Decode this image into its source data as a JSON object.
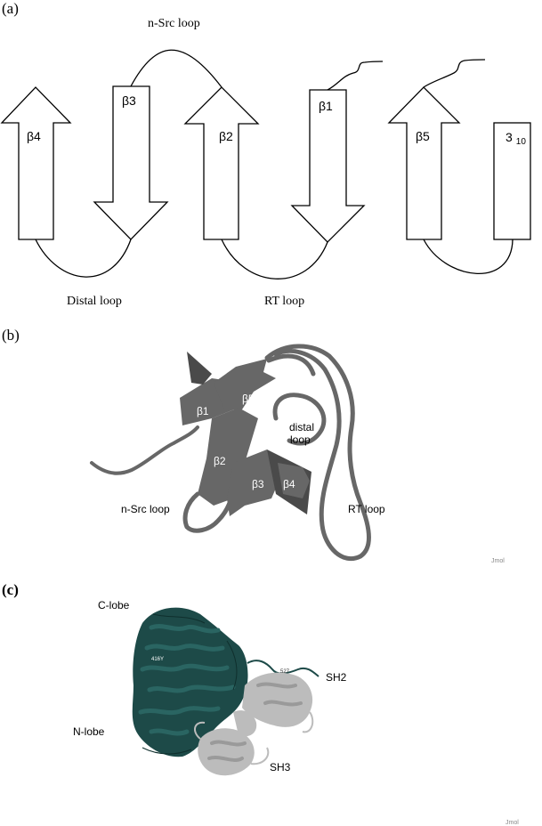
{
  "panel_a": {
    "label": "(a)",
    "strands": {
      "b4": "β4",
      "b3": "β3",
      "b2": "β2",
      "b1": "β1",
      "b5": "β5",
      "helix_main": "3",
      "helix_sub": "10"
    },
    "loops": {
      "nsrc": "n-Src loop",
      "distal": "Distal loop",
      "rt": "RT loop"
    }
  },
  "panel_b": {
    "label": "(b)",
    "strands": {
      "b1": "β1",
      "b5": "β5",
      "b2": "β2",
      "b3": "β3",
      "b4": "β4"
    },
    "distal_line1": "distal",
    "distal_line2": "loop",
    "nsrc": "n-Src loop",
    "rt": "RT loop",
    "jmol": "Jmol",
    "colors": {
      "ribbon": "#676767",
      "ribbon_dark": "#4a4a4a"
    }
  },
  "panel_c": {
    "label": "(c)",
    "c_lobe": "C-lobe",
    "n_lobe": "N-lobe",
    "sh2": "SH2",
    "sh3": "SH3",
    "res_527": "527",
    "res_416": "416Y",
    "jmol": "Jmol",
    "colors": {
      "kinase": "#1d4a48",
      "sh_domains": "#bcbcbc"
    }
  }
}
